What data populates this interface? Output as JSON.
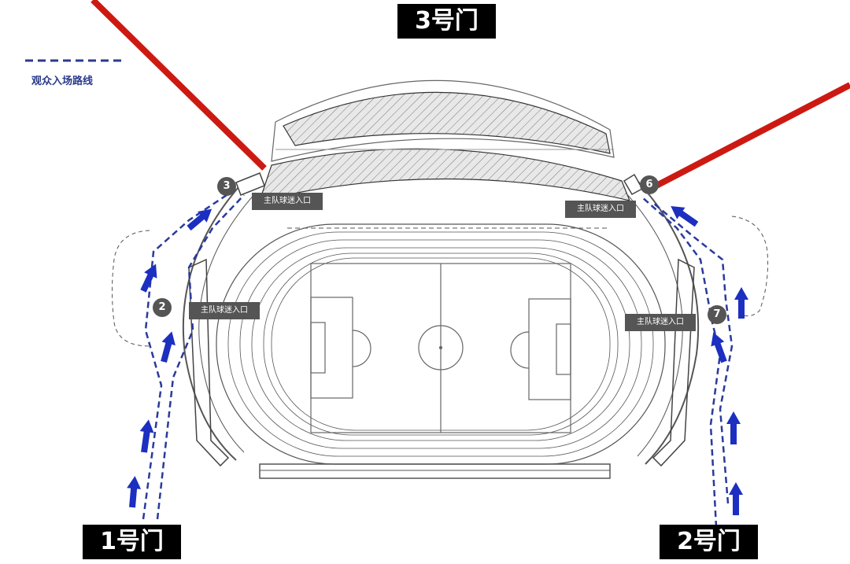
{
  "gates": {
    "gate1": "1号门",
    "gate2": "2号门",
    "gate3": "3号门"
  },
  "legend": {
    "label": "观众入场路线",
    "line_color": "#2a3a8c"
  },
  "entrance_badges": [
    "2",
    "3",
    "6",
    "7"
  ],
  "team_entrance_label": "主队球迷入口",
  "colors": {
    "route": "#2a3a9c",
    "arrow": "#1d2fc0",
    "barrier": "#cc1a12",
    "drawing": "#555555",
    "label_bg": "#555555"
  }
}
